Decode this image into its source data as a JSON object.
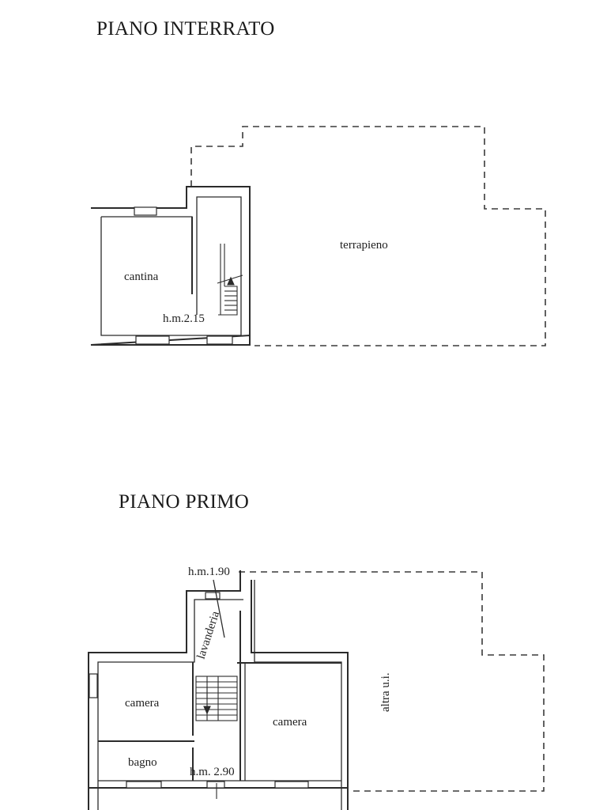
{
  "plans": {
    "basement": {
      "title": "PIANO INTERRATO",
      "rooms": {
        "cantina": "cantina",
        "terrapieno": "terrapieno"
      },
      "height_label": "h.m.2.15"
    },
    "first_floor": {
      "title": "PIANO PRIMO",
      "rooms": {
        "lavanderia": "lavanderia",
        "camera_left": "camera",
        "camera_right": "camera",
        "bagno": "bagno",
        "altra_ui": "altra u.i."
      },
      "height_top_label": "h.m.1.90",
      "height_bottom_label": "h.m. 2.90"
    }
  }
}
